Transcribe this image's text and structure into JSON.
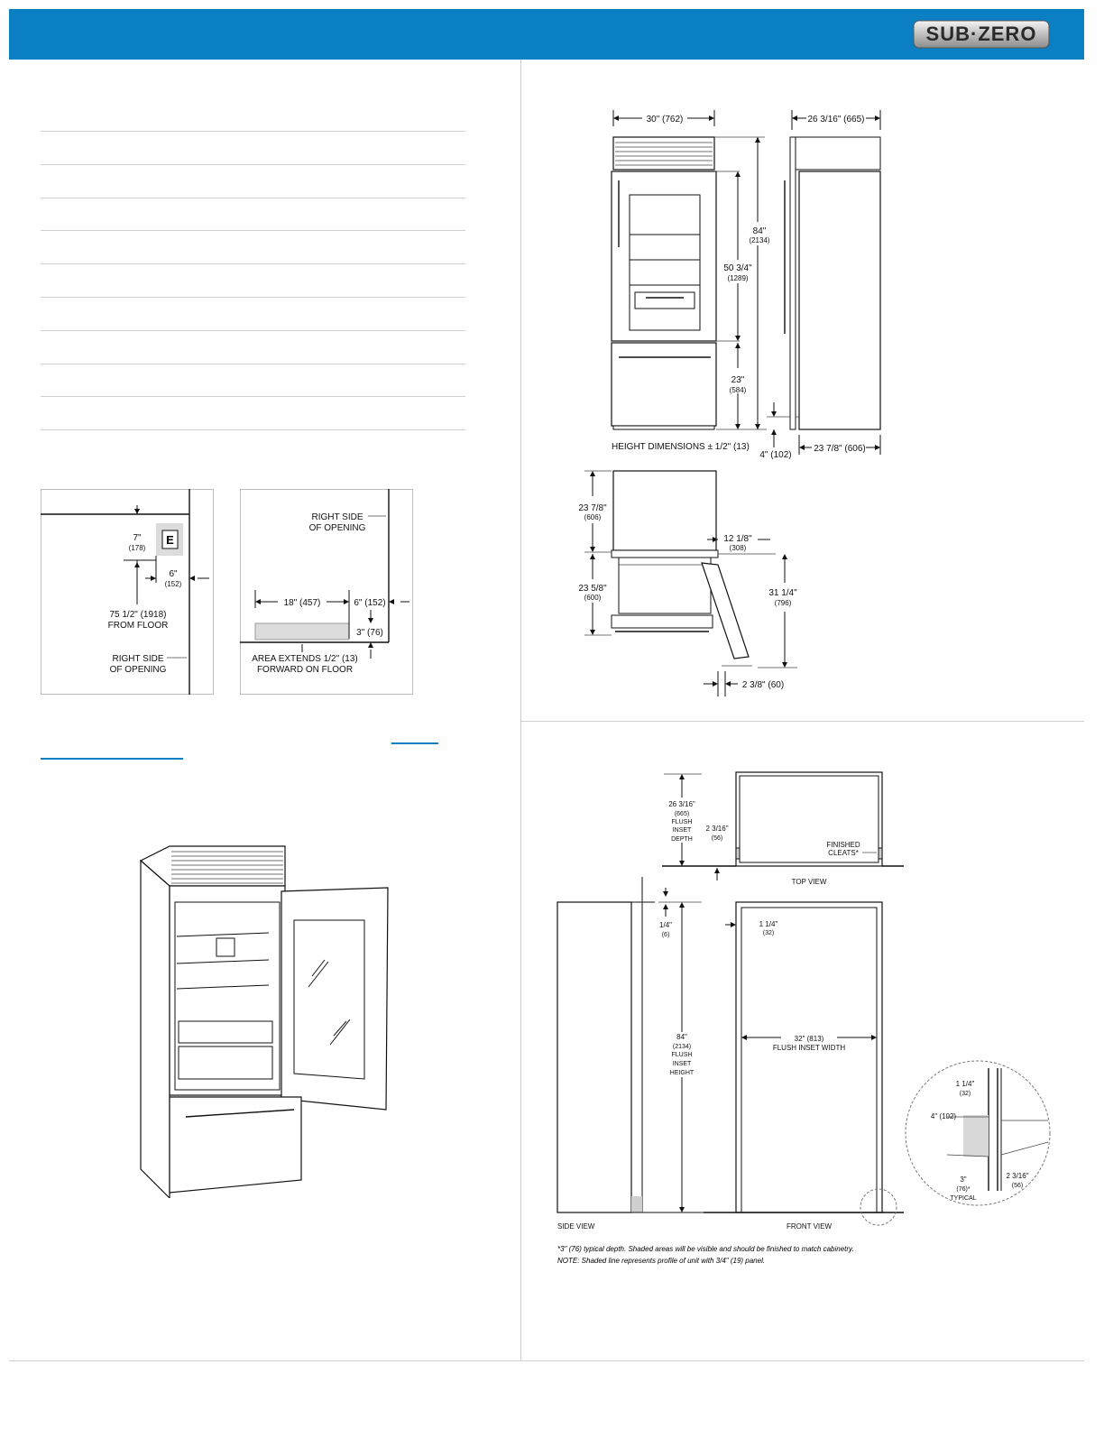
{
  "brand": {
    "logo_text": "SUB·ZERO"
  },
  "colors": {
    "header_blue": "#0a7fc4",
    "rule_gray": "#cfcfcf",
    "shade_gray": "#d8d8d8"
  },
  "elevation": {
    "width_label": "30\" (762)",
    "depth_label": "26 3/16\" (665)",
    "overall_height": "84\"",
    "overall_height_mm": "(2134)",
    "refrigerator_height": "50 3/4\"",
    "refrigerator_height_mm": "(1289)",
    "drawer_height": "23\"",
    "drawer_height_mm": "(584)",
    "toe_kick": "4\" (102)",
    "cabinet_depth": "23 7/8\" (606)",
    "height_note": "HEIGHT DIMENSIONS ± 1/2\" (13)"
  },
  "door_swing": {
    "upper_depth": "23 7/8\"",
    "upper_depth_mm": "(606)",
    "lower_depth": "23 5/8\"",
    "lower_depth_mm": "(600)",
    "door_offset": "12 1/8\"",
    "door_offset_mm": "(308)",
    "door_swing_depth": "31 1/4\"",
    "door_swing_depth_mm": "(796)",
    "door_thickness": "2 3/8\" (60)"
  },
  "electrical": {
    "from_top": "7\"",
    "from_top_mm": "(178)",
    "box_label": "E",
    "from_side": "6\"",
    "from_side_mm": "(152)",
    "from_floor": "75 1/2\" (1918)",
    "from_floor_label": "FROM FLOOR",
    "right_side_1": "RIGHT SIDE",
    "right_side_2": "OF OPENING"
  },
  "water": {
    "right_side_1": "RIGHT SIDE",
    "right_side_2": "OF OPENING",
    "width": "18\" (457)",
    "from_side": "6\" (152)",
    "height": "3\" (76)",
    "area_note_1": "AREA EXTENDS 1/2\" (13)",
    "area_note_2": "FORWARD ON FLOOR"
  },
  "flush_inset": {
    "depth_1": "26 3/16\"",
    "depth_2": "(665)",
    "depth_3": "FLUSH",
    "depth_4": "INSET",
    "depth_5": "DEPTH",
    "cleat_depth": "2 3/16\"",
    "cleat_depth_mm": "(56)",
    "finished_cleats_1": "FINISHED",
    "finished_cleats_2": "CLEATS*",
    "top_view": "TOP VIEW",
    "top_gap": "1/4\"",
    "top_gap_mm": "(6)",
    "side_gap": "1 1/4\"",
    "side_gap_mm": "(32)",
    "height_1": "84\"",
    "height_2": "(2134)",
    "height_3": "FLUSH",
    "height_4": "INSET",
    "height_5": "HEIGHT",
    "width_label": "32\" (813)",
    "width_caption": "FLUSH INSET WIDTH",
    "side_view": "SIDE VIEW",
    "front_view": "FRONT VIEW",
    "detail_side_gap": "1 1/4\"",
    "detail_side_gap_mm": "(32)",
    "detail_toe": "4\" (102)",
    "detail_typical_1": "3\"",
    "detail_typical_2": "(76)*",
    "detail_typical_3": "TYPICAL",
    "detail_cleat": "2 3/16\"",
    "detail_cleat_mm": "(56)",
    "footnote_1": "*3\" (76) typical depth. Shaded areas will be visible and should be finished to match cabinetry.",
    "footnote_2": "NOTE: Shaded line represents profile of unit with 3/4\" (19) panel."
  }
}
